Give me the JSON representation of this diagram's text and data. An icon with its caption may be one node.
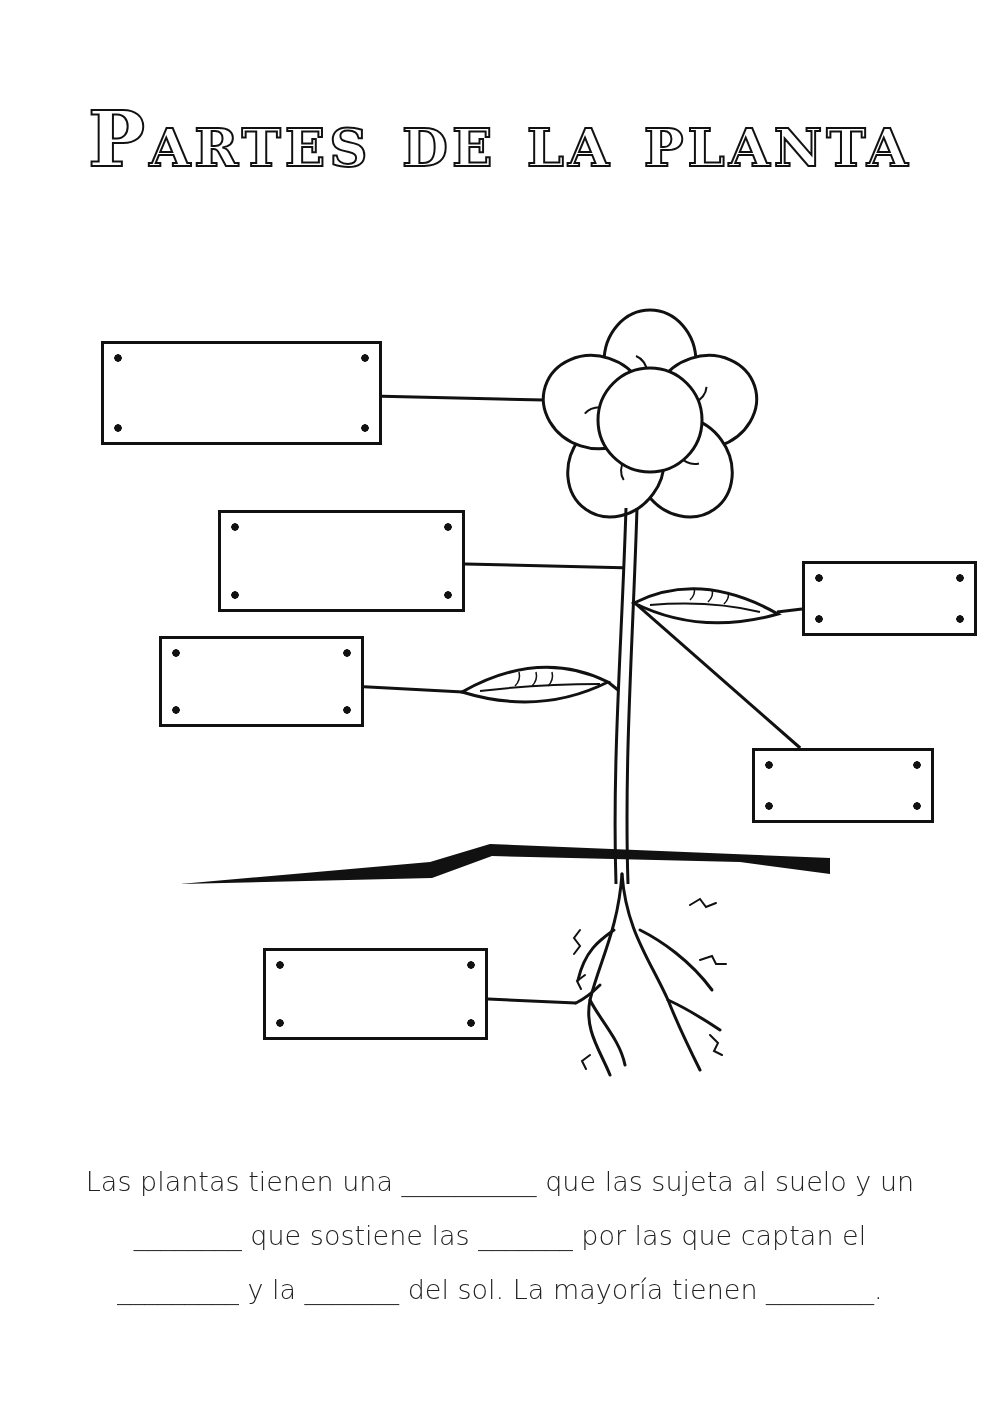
{
  "diagram": {
    "title": "Partes de la planta",
    "nodes": [
      {
        "text": [],
        "shape": "box"
      },
      {
        "text": [],
        "shape": "box"
      },
      {
        "text": [],
        "shape": "box"
      },
      {
        "text": [],
        "shape": "box"
      },
      {
        "text": [],
        "shape": "box"
      },
      {
        "text": [],
        "shape": "box"
      },
      {
        "text": [],
        "shape": "picture"
      },
      {
        "text": [],
        "shape": "picture"
      },
      {
        "text": [],
        "shape": "picture"
      },
      {
        "text": [],
        "shape": "picture"
      },
      {
        "text": [],
        "shape": "picture"
      }
    ],
    "edges": [
      {
        "from": 0,
        "to": 6,
        "arrow": "none"
      },
      {
        "from": 1,
        "to": 7,
        "arrow": "none"
      },
      {
        "from": 2,
        "to": 8,
        "arrow": "none"
      },
      {
        "from": 3,
        "to": 9,
        "arrow": "none"
      },
      {
        "from": 4,
        "to": 8,
        "arrow": "none"
      },
      {
        "from": 5,
        "to": 10,
        "arrow": "none"
      }
    ],
    "labels": [
      "Las plantas tienen una __________ que las sujeta al suelo y un ________ que sostiene las _______ por las que captan el _________ y la _______ del sol. La mayoría tienen ________."
    ]
  }
}
